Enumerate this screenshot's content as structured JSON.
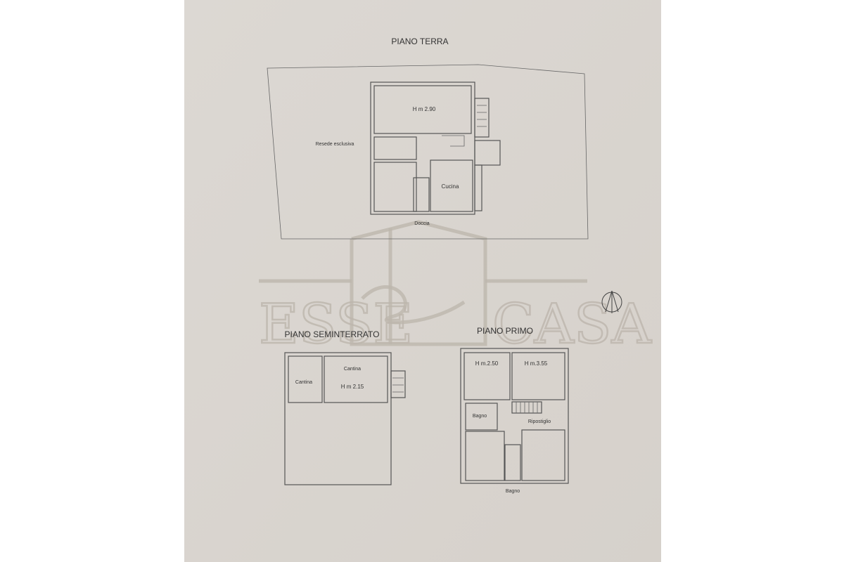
{
  "colors": {
    "paper": "#dedad5",
    "line": "#555555",
    "watermark": "#bdb6ad"
  },
  "piano_terra": {
    "title": "PIANO TERRA",
    "rooms": {
      "main_height": "H m 2.90",
      "kitchen": "Cucina",
      "shower": "Doccia",
      "yard": "Resede esclusiva"
    }
  },
  "piano_seminterrato": {
    "title": "PIANO SEMINTERRATO",
    "rooms": {
      "cellar_left": "Cantina",
      "cellar_right": "Cantina",
      "height": "H m 2.15"
    }
  },
  "piano_primo": {
    "title": "PIANO PRIMO",
    "rooms": {
      "height_left": "H m.2.50",
      "height_right": "H m.3.55",
      "bath_left": "Bagno",
      "storage": "Ripostiglio",
      "bath_bottom": "Bagno"
    }
  },
  "watermark": {
    "left": "ESSE",
    "right": "CASA"
  },
  "icons": {
    "north": "north-arrow-icon"
  }
}
